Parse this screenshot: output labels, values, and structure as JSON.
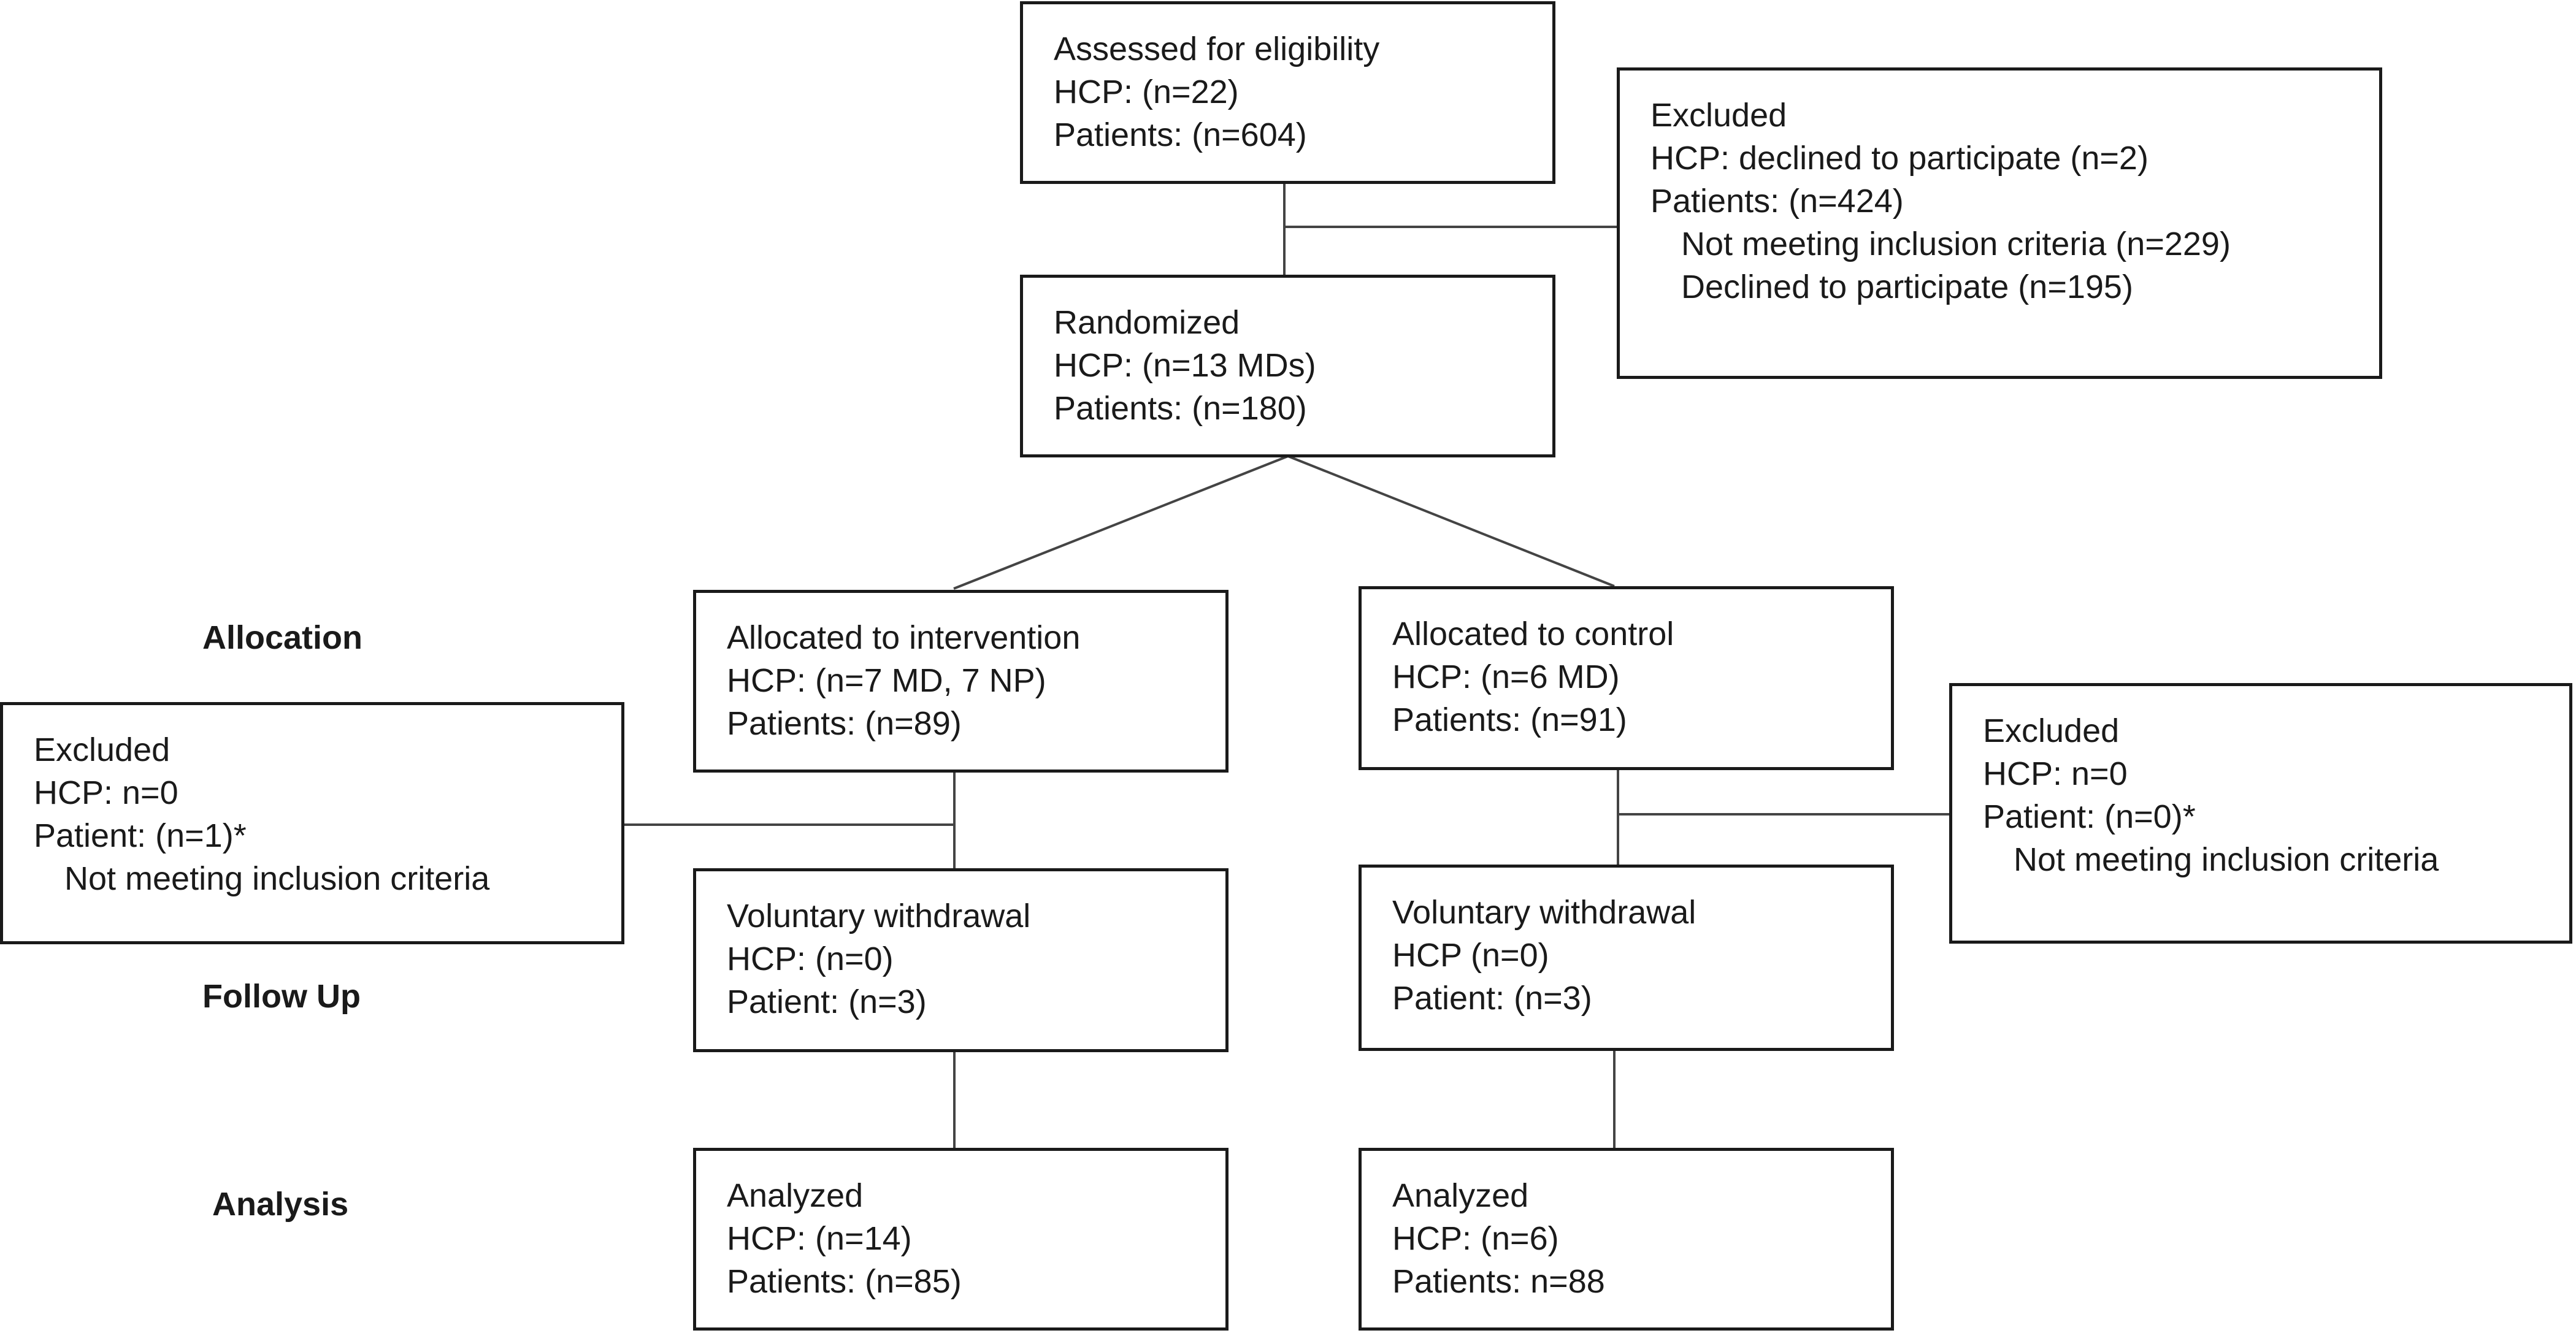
{
  "stages": {
    "allocation": "Allocation",
    "follow_up": "Follow Up",
    "analysis": "Analysis"
  },
  "enrollment": {
    "assessed": {
      "title": "Assessed for eligibility",
      "hcp": "HCP: (n=22)",
      "patients": "Patients: (n=604)"
    },
    "excluded": {
      "title": "Excluded",
      "hcp": "HCP: declined to participate (n=2)",
      "patients": "Patients: (n=424)",
      "reason_1": "Not meeting inclusion criteria (n=229)",
      "reason_2": "Declined to participate (n=195)"
    },
    "randomized": {
      "title": "Randomized",
      "hcp": "HCP: (n=13 MDs)",
      "patients": "Patients: (n=180)"
    }
  },
  "intervention": {
    "allocated": {
      "title": "Allocated to intervention",
      "hcp": "HCP: (n=7 MD, 7 NP)",
      "patients": "Patients: (n=89)"
    },
    "excluded": {
      "title": "Excluded",
      "hcp": "HCP: n=0",
      "patients": "Patient: (n=1)*",
      "reason": "Not meeting inclusion criteria"
    },
    "withdrawal": {
      "title": "Voluntary withdrawal",
      "hcp": "HCP: (n=0)",
      "patients": "Patient: (n=3)"
    },
    "analyzed": {
      "title": "Analyzed",
      "hcp": "HCP: (n=14)",
      "patients": "Patients: (n=85)"
    }
  },
  "control": {
    "allocated": {
      "title": "Allocated to control",
      "hcp": "HCP: (n=6 MD)",
      "patients": "Patients: (n=91)"
    },
    "excluded": {
      "title": "Excluded",
      "hcp": "HCP: n=0",
      "patients": "Patient: (n=0)*",
      "reason": "Not meeting inclusion criteria"
    },
    "withdrawal": {
      "title": "Voluntary withdrawal",
      "hcp": "HCP (n=0)",
      "patients": "Patient: (n=3)"
    },
    "analyzed": {
      "title": "Analyzed",
      "hcp": "HCP: (n=6)",
      "patients": "Patients: n=88"
    }
  }
}
